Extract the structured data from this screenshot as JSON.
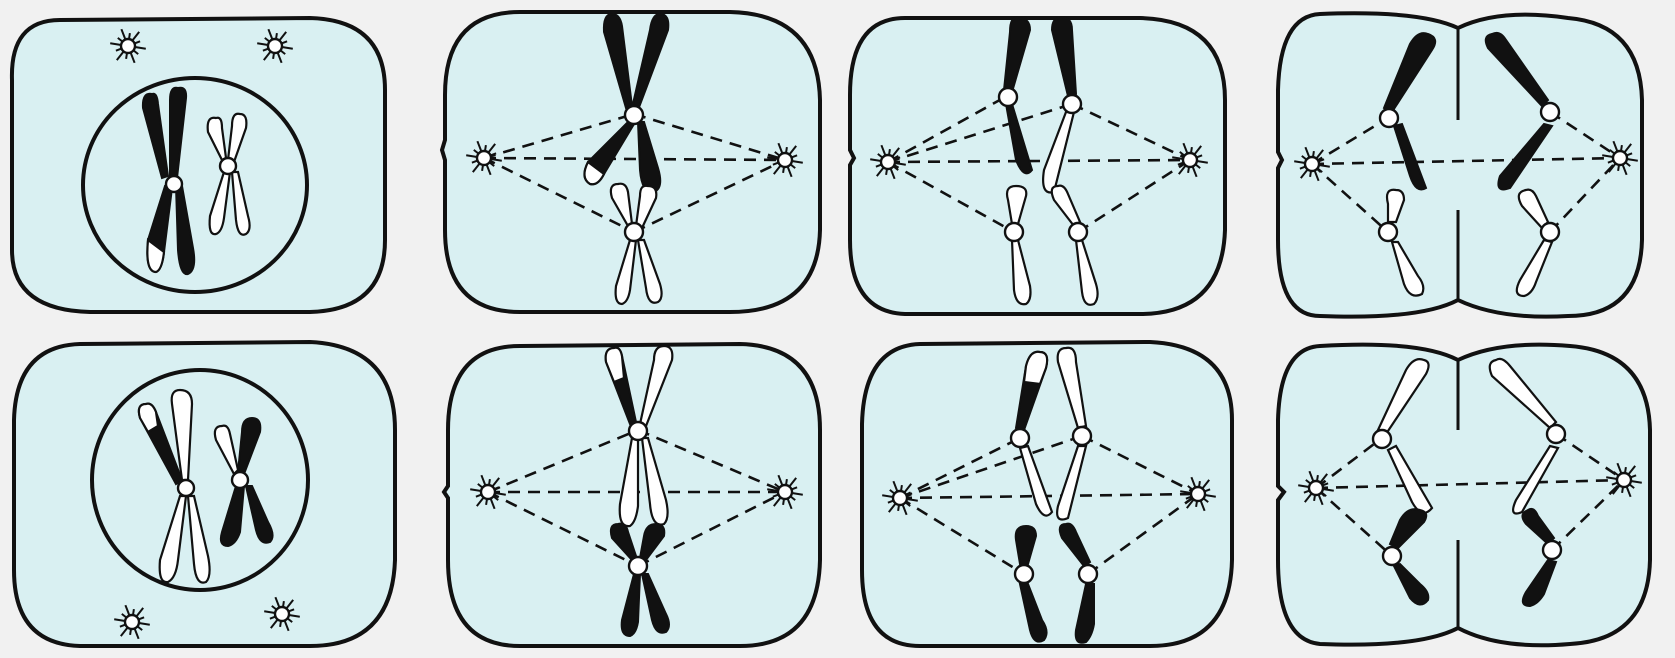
{
  "diagram": {
    "rows": [
      {
        "row": "top",
        "cells": [
          {
            "stage": "prophase",
            "dark_pair_present": true,
            "light_pair_present": true
          },
          {
            "stage": "metaphase"
          },
          {
            "stage": "anaphase"
          },
          {
            "stage": "telophase"
          }
        ]
      },
      {
        "row": "bottom",
        "cells": [
          {
            "stage": "prophase"
          },
          {
            "stage": "metaphase"
          },
          {
            "stage": "anaphase"
          },
          {
            "stage": "telophase"
          }
        ]
      }
    ],
    "colors": {
      "cytoplasm": "#d9f0f2",
      "background": "#f1f1f1",
      "outline": "#111111",
      "chromosome_dark": "#111111",
      "chromosome_light": "#ffffff"
    }
  }
}
